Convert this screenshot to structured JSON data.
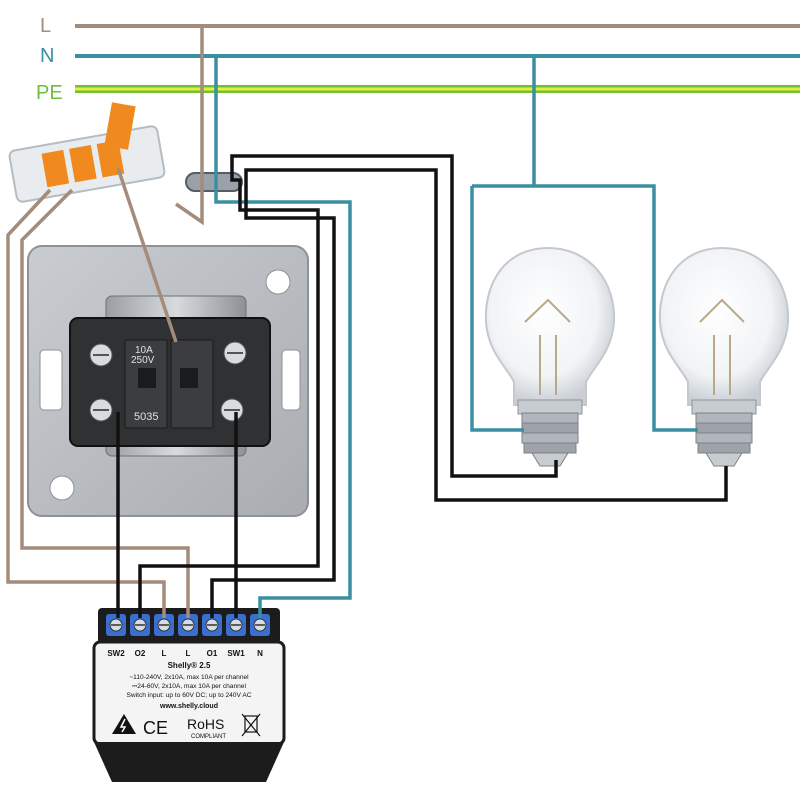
{
  "bus_labels": {
    "line": "L",
    "neutral": "N",
    "earth": "PE"
  },
  "switch_labels": {
    "rating_current": "10A",
    "rating_voltage": "250V",
    "model": "5035"
  },
  "shelly": {
    "terminals": [
      "SW2",
      "O2",
      "L",
      "L",
      "O1",
      "SW1",
      "N"
    ],
    "name": "Shelly® 2.5",
    "spec_line1": "~110-240V, 2x10A, max 10A per channel",
    "spec_line2": "⎓24-60V, 2x10A, max 10A per channel",
    "spec_line3": "Switch input: up to 60V DC; up to 240V AC",
    "website": "www.shelly.cloud",
    "ce_mark": "CE",
    "rohs_mark": "RoHS",
    "rohs_sub": "COMPLIANT"
  },
  "colors": {
    "line_wire": "#a38c7c",
    "neutral_wire": "#3a8fa3",
    "signal_wire": "#111111",
    "earth_green": "#6ec03a",
    "earth_yellow": "#e6ee3a",
    "wago_orange": "#f08a1e",
    "module_body": "#1c1c1c",
    "terminal_blue": "#3a6fd0"
  }
}
